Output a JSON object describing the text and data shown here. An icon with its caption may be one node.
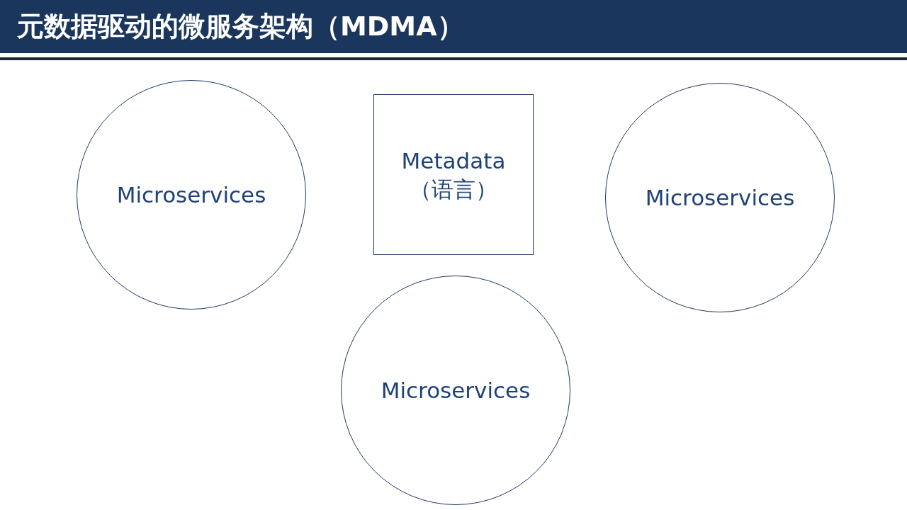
{
  "diagram": {
    "title": "元数据驱动的微服务架构（MDMA）",
    "nodes": [
      {
        "text": [
          "Microservices"
        ]
      },
      {
        "text": [
          "Metadata （语言）"
        ]
      },
      {
        "text": [
          "Microservices"
        ]
      },
      {
        "text": [
          "Microservices"
        ]
      }
    ]
  }
}
